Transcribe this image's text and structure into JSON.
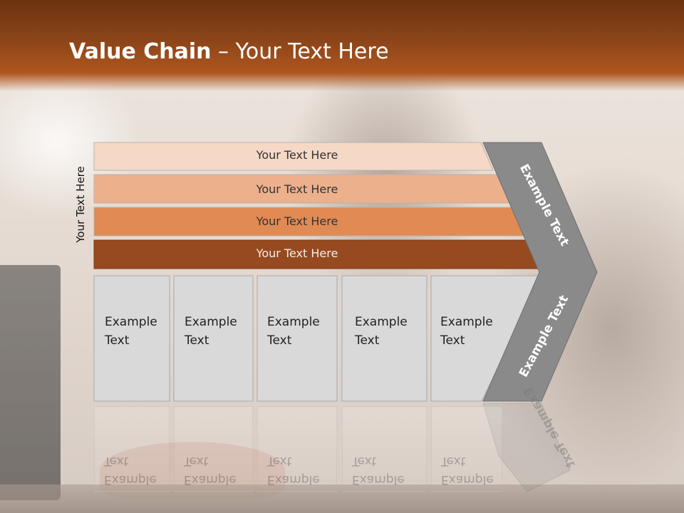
{
  "slide": {
    "title_bold": "Value Chain",
    "title_rest": " – Your Text Here",
    "side_label": "Your Text Here"
  },
  "bands": [
    {
      "label": "Your Text Here",
      "color": "#f5d9c6"
    },
    {
      "label": "Your Text Here",
      "color": "#edb08c"
    },
    {
      "label": "Your Text Here",
      "color": "#e18a53"
    },
    {
      "label": "Your Text Here",
      "color": "#974a1f"
    }
  ],
  "activities": [
    {
      "line1": "Example",
      "line2": "Text"
    },
    {
      "line1": "Example",
      "line2": "Text"
    },
    {
      "line1": "Example",
      "line2": "Text"
    },
    {
      "line1": "Example",
      "line2": "Text"
    },
    {
      "line1": "Example",
      "line2": "Text"
    }
  ],
  "chevron": {
    "top_label": "Example Text",
    "bottom_label": "Example Text",
    "color": "#8a8a8a"
  },
  "colors": {
    "header": "#a24f1c",
    "activity_fill": "#d9d9d9"
  }
}
